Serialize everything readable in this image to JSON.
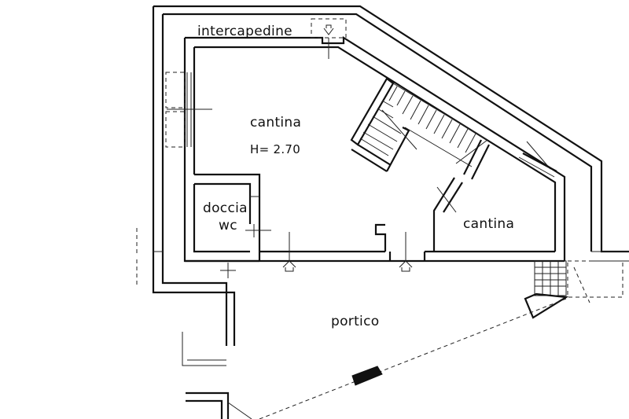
{
  "rooms": {
    "intercapedine": "intercapedine",
    "cantina_main": "cantina",
    "cantina_height": "H= 2.70",
    "doccia": "doccia",
    "wc": "wc",
    "cantina_right": "cantina",
    "portico": "portico"
  },
  "colors": {
    "ink": "#111111",
    "paper": "#ffffff"
  }
}
